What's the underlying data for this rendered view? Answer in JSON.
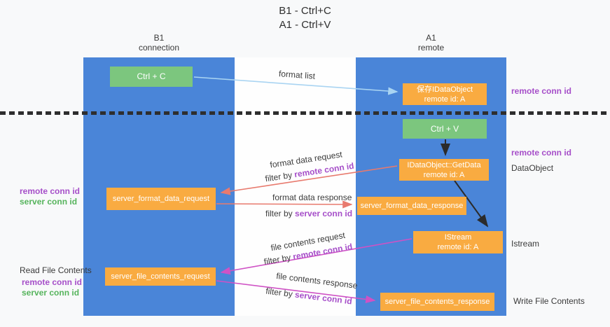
{
  "title": {
    "line1": "B1 - Ctrl+C",
    "line2": "A1 - Ctrl+V"
  },
  "colors": {
    "column_blue": "#4a85d8",
    "box_green": "#7cc67e",
    "box_orange": "#f9ab41",
    "arrow_blue": "#a9d4f2",
    "arrow_red": "#e87a6e",
    "arrow_magenta": "#cf52c5",
    "arrow_black": "#2b2b2b",
    "text_purple": "#a64fc9",
    "text_green": "#56b45c"
  },
  "columns": {
    "left": {
      "title": "B1",
      "subtitle": "connection"
    },
    "right": {
      "title": "A1",
      "subtitle": "remote"
    }
  },
  "nodes": {
    "ctrl_c": {
      "label": "Ctrl + C"
    },
    "save_dataobject": {
      "line1": "保存IDataObject",
      "line2": "remote id: A"
    },
    "ctrl_v": {
      "label": "Ctrl + V"
    },
    "getdata": {
      "line1": "IDataObject::GetData",
      "line2": "remote id: A"
    },
    "istream": {
      "line1": "IStream",
      "line2": "remote id: A"
    },
    "server_format_data_request": {
      "label": "server_format_data_request"
    },
    "server_format_data_response": {
      "label": "server_format_data_response"
    },
    "server_file_contents_request": {
      "label": "server_file_contents_request"
    },
    "server_file_contents_response": {
      "label": "server_file_contents_response"
    }
  },
  "annotations": {
    "format_list": "format list",
    "format_data_request": "format data request",
    "format_data_response": "format data response",
    "file_contents_request": "file contents request",
    "file_contents_response": "file contents response",
    "filter_by": "filter by",
    "remote_conn_id": "remote conn id",
    "server_conn_id": "server conn id"
  },
  "side_labels": {
    "right_remote_conn_id_top": "remote conn id",
    "right_remote_conn_id_mid": "remote conn id",
    "dataobject": "DataObject",
    "istream": "Istream",
    "write_file_contents": "Write File Contents",
    "left_remote_conn_id_top": "remote conn id",
    "left_server_conn_id_top": "server conn id",
    "read_file_contents": "Read File Contents",
    "left_remote_conn_id_bottom": "remote conn id",
    "left_server_conn_id_bottom": "server conn id"
  }
}
